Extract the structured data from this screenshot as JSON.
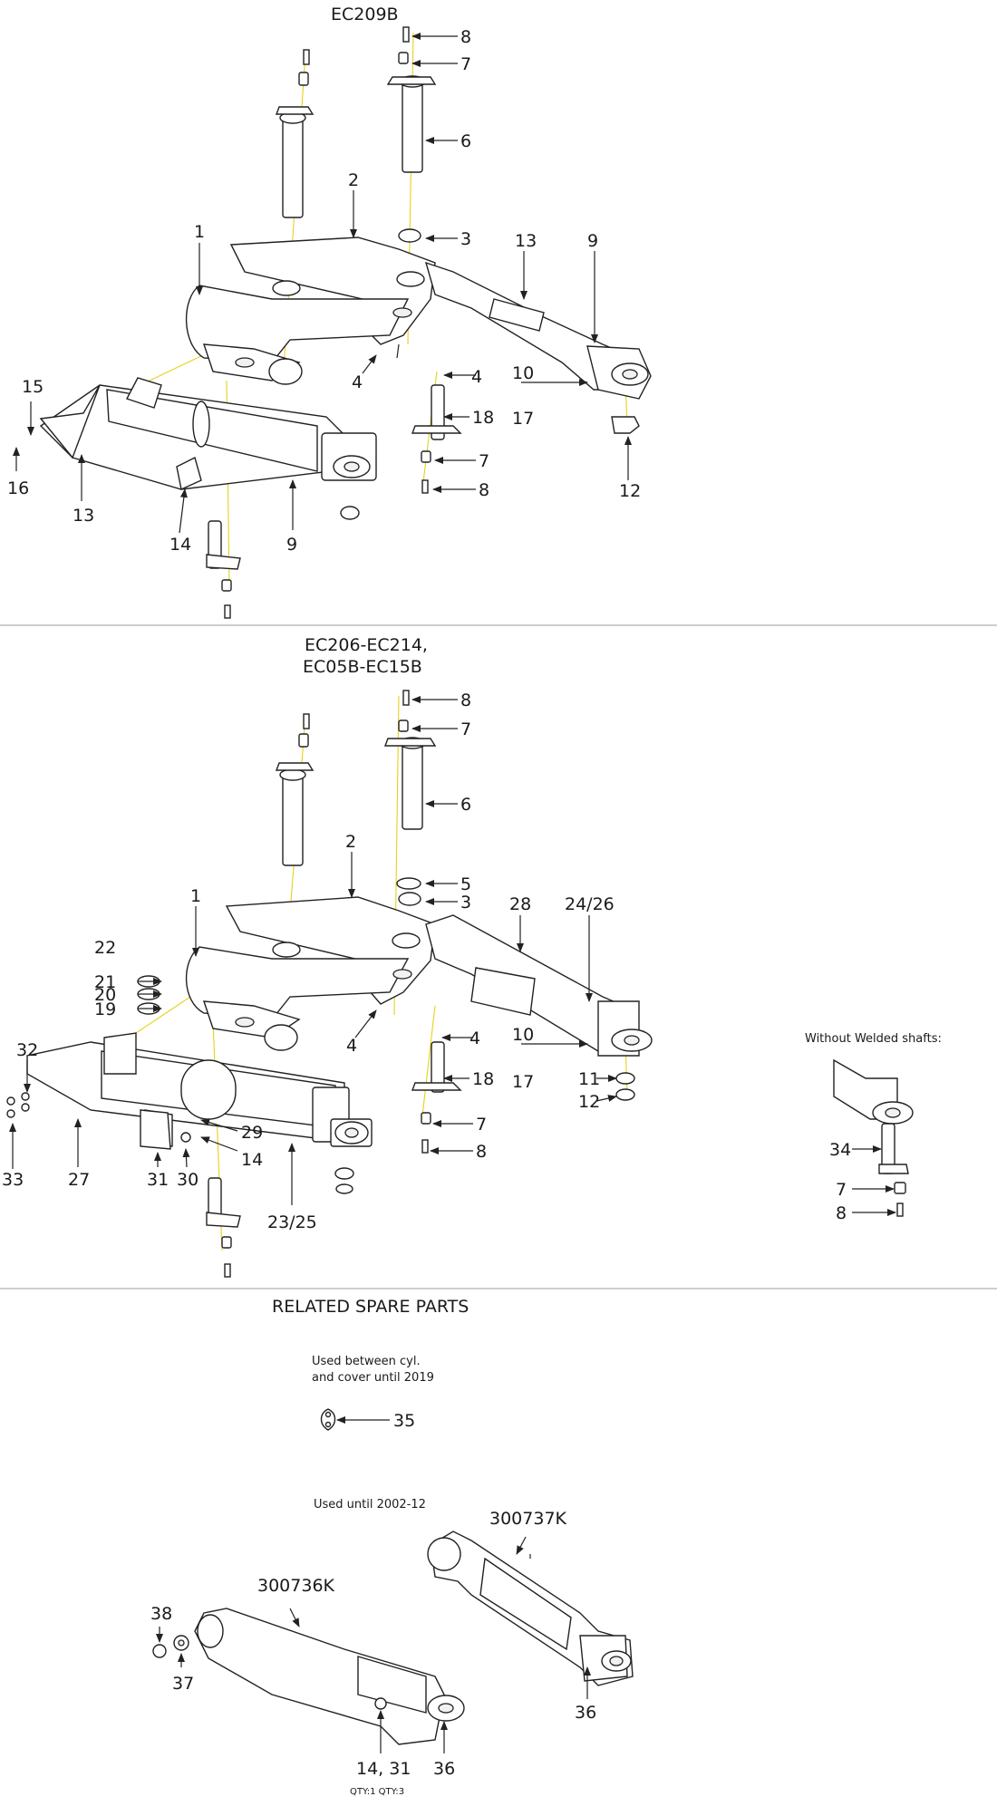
{
  "sections": {
    "top_title": "EC209B",
    "middle_title_line1": "EC206-EC214,",
    "middle_title_line2": "EC05B-EC15B",
    "spare_title": "RELATED SPARE PARTS",
    "inset_caption": "Without Welded shafts:",
    "note_cover_line1": "Used between cyl.",
    "note_cover_line2": "and cover until 2019",
    "note_2002": "Used until 2002-12",
    "qty_note": "QTY:1   QTY:3"
  },
  "callouts": {
    "top": [
      "8",
      "7",
      "6",
      "2",
      "3",
      "1",
      "13",
      "9",
      "4",
      "4",
      "10",
      "18",
      "17",
      "15",
      "7",
      "8",
      "12",
      "16",
      "13",
      "14",
      "9"
    ],
    "middle": [
      "8",
      "7",
      "6",
      "2",
      "5",
      "3",
      "1",
      "28",
      "24/26",
      "22",
      "21",
      "20",
      "19",
      "4",
      "4",
      "10",
      "18",
      "11",
      "17",
      "12",
      "32",
      "29",
      "14",
      "7",
      "8",
      "33",
      "27",
      "31",
      "30",
      "23/25"
    ],
    "inset": [
      "34",
      "7",
      "8"
    ],
    "spare": [
      "35",
      "300737K",
      "300736K",
      "38",
      "37",
      "36",
      "14, 31",
      "36"
    ]
  },
  "colors": {
    "line": "#222222",
    "axis": "#e6d21a",
    "separator": "#9c9c9c",
    "background": "#ffffff"
  }
}
